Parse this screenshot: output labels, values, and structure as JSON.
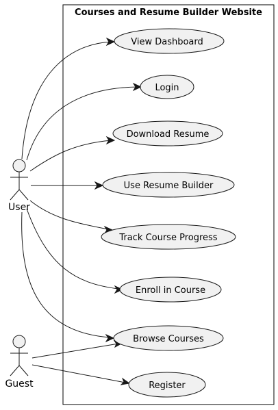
{
  "system": {
    "title": "Courses and Resume Builder Website"
  },
  "actors": [
    {
      "id": "user",
      "name": "User"
    },
    {
      "id": "guest",
      "name": "Guest"
    }
  ],
  "use_cases": [
    {
      "id": "view_dashboard",
      "label": "View Dashboard"
    },
    {
      "id": "login",
      "label": "Login"
    },
    {
      "id": "download_resume",
      "label": "Download Resume"
    },
    {
      "id": "use_resume_builder",
      "label": "Use Resume Builder"
    },
    {
      "id": "track_course_progress",
      "label": "Track Course Progress"
    },
    {
      "id": "enroll_in_course",
      "label": "Enroll in Course"
    },
    {
      "id": "browse_courses",
      "label": "Browse Courses"
    },
    {
      "id": "register",
      "label": "Register"
    }
  ],
  "associations": [
    {
      "from": "user",
      "to": "view_dashboard"
    },
    {
      "from": "user",
      "to": "login"
    },
    {
      "from": "user",
      "to": "download_resume"
    },
    {
      "from": "user",
      "to": "use_resume_builder"
    },
    {
      "from": "user",
      "to": "track_course_progress"
    },
    {
      "from": "user",
      "to": "enroll_in_course"
    },
    {
      "from": "user",
      "to": "browse_courses"
    },
    {
      "from": "guest",
      "to": "browse_courses"
    },
    {
      "from": "guest",
      "to": "register"
    }
  ],
  "colors": {
    "shape_fill": "#f1f1f1",
    "stroke": "#181818",
    "background": "#ffffff"
  }
}
